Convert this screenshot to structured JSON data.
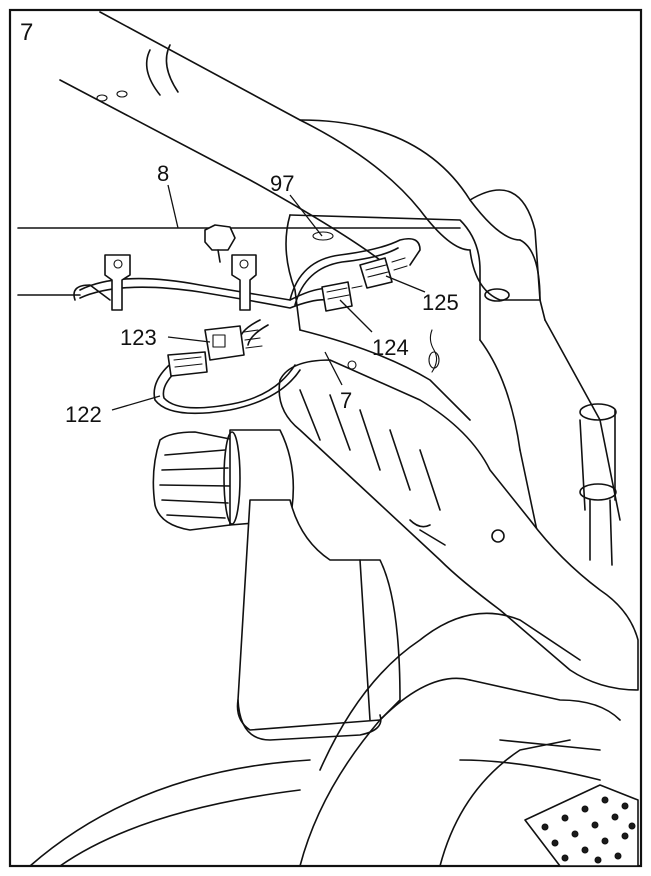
{
  "step_number": "7",
  "callouts": [
    {
      "id": "8",
      "text": "8"
    },
    {
      "id": "97",
      "text": "97"
    },
    {
      "id": "125",
      "text": "125"
    },
    {
      "id": "124",
      "text": "124"
    },
    {
      "id": "123",
      "text": "123"
    },
    {
      "id": "7",
      "text": "7"
    },
    {
      "id": "122",
      "text": "122"
    }
  ],
  "colors": {
    "line": "#111111",
    "background": "#ffffff"
  }
}
